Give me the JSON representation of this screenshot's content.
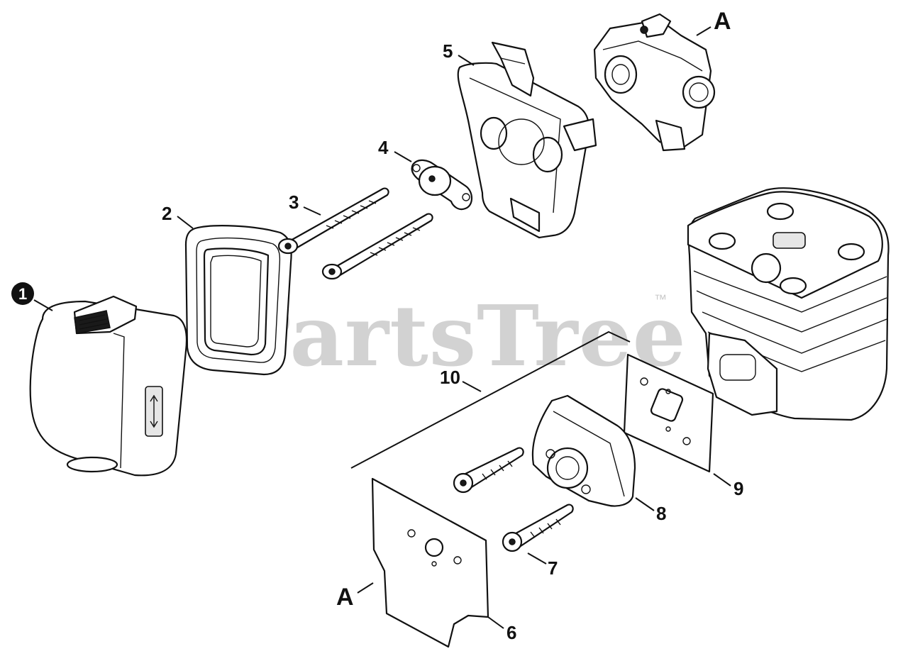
{
  "watermark": {
    "text": "PartsTree",
    "trademark": "™"
  },
  "callouts": {
    "c1": "1",
    "c2": "2",
    "c3": "3",
    "c4": "4",
    "c5": "5",
    "c6": "6",
    "c7": "7",
    "c8": "8",
    "c9": "9",
    "c10": "10",
    "a_top": "A",
    "a_bottom": "A"
  }
}
